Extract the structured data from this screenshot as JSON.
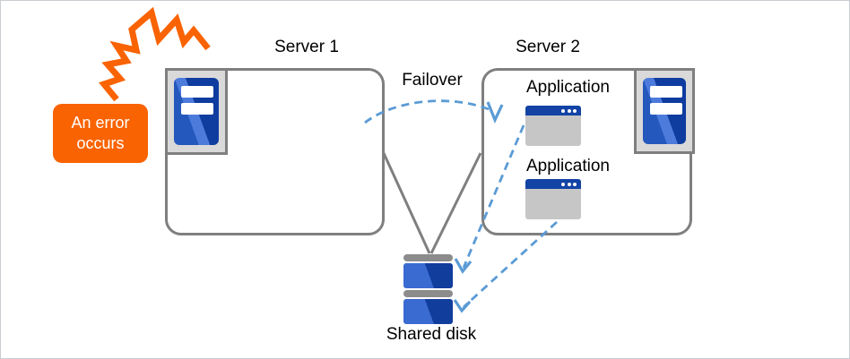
{
  "diagram": {
    "server1": {
      "label": "Server 1"
    },
    "server2": {
      "label": "Server 2",
      "app1_label": "Application",
      "app2_label": "Application"
    },
    "failover_label": "Failover",
    "shared_disk_label": "Shared disk",
    "error_badge": {
      "line1": "An error",
      "line2": "occurs"
    }
  },
  "icons": {
    "server1_tower": "server-tower-icon",
    "server2_tower": "server-tower-icon",
    "app_window": "app-window-icon",
    "shared_disk": "disk-stack-icon",
    "error_bolt": "lightning-bolt-icon",
    "failover_arrow": "dashed-curved-arrow",
    "disk_arrows": "dashed-straight-arrow"
  },
  "colors": {
    "accent_orange": "#F96302",
    "arrow_blue": "#5B9BD5",
    "line_gray": "#7F7F7F",
    "tower_blue_dark": "#0E3C9F",
    "tower_blue_mid": "#2458BD",
    "tower_blue_light": "#4C7BDC",
    "frame_gray": "#D9D9D9",
    "window_title_blue": "#1243A5",
    "window_body_gray": "#C6C6C6",
    "disk_bar_gray": "#8C8C8C"
  }
}
